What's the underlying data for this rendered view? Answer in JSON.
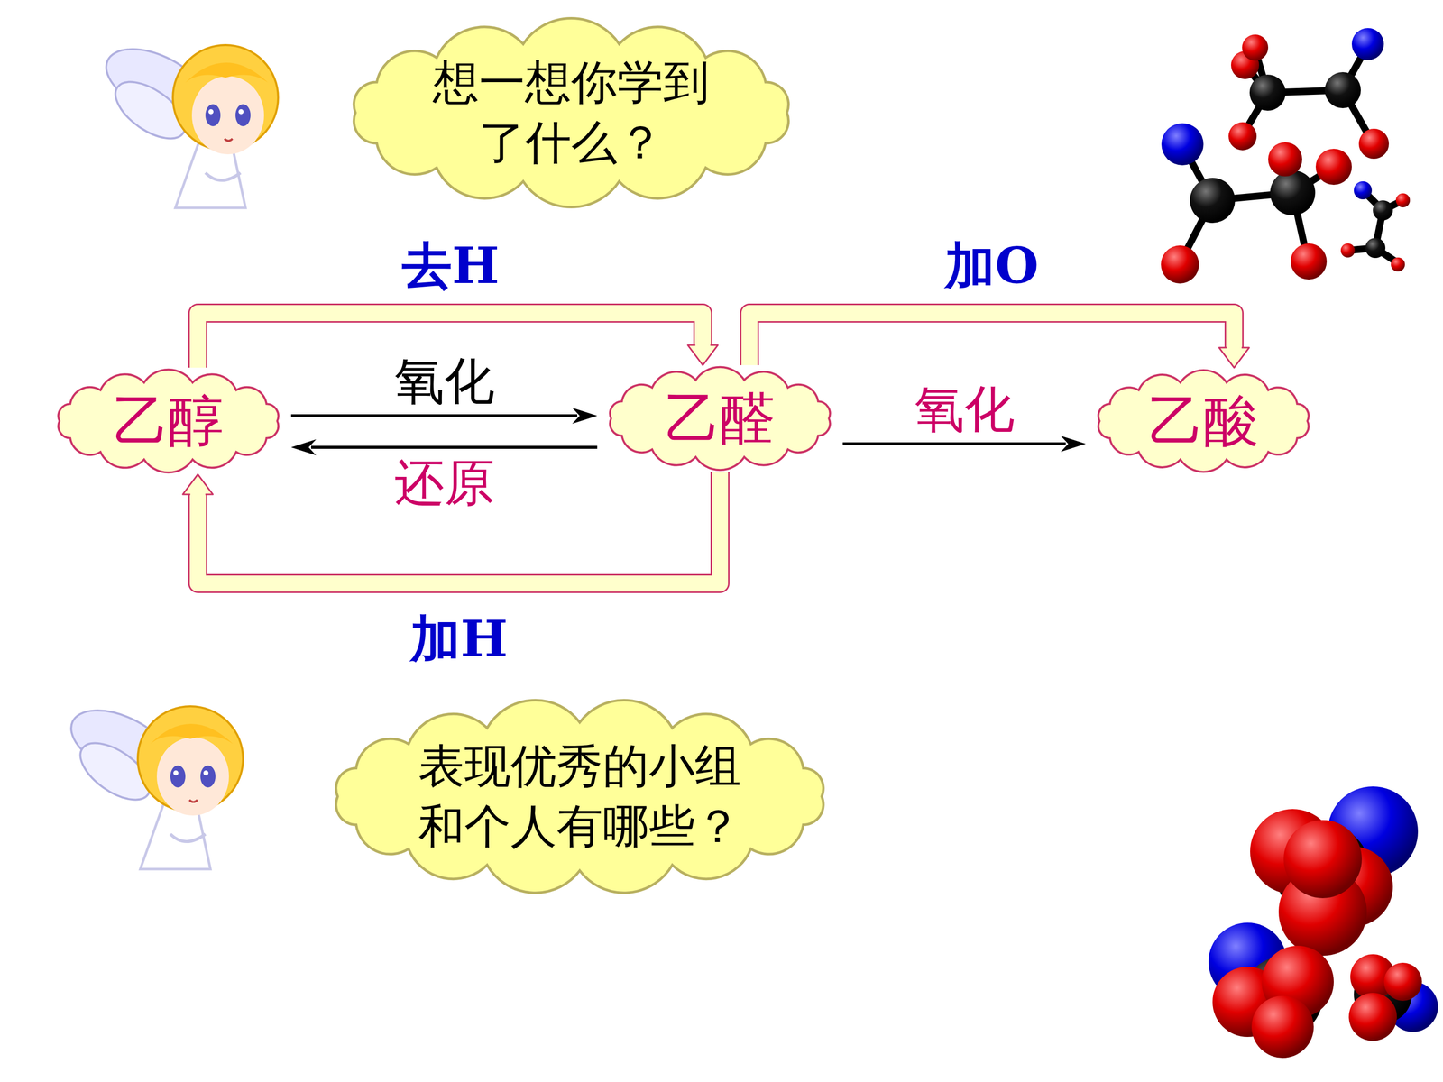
{
  "diagram": {
    "nodes": [
      {
        "text": [
          "想一想你学到 了什么？"
        ]
      },
      {
        "text": [
          "乙醇"
        ]
      },
      {
        "text": [
          "乙醛"
        ]
      },
      {
        "text": [
          "乙酸"
        ]
      },
      {
        "text": [
          "表现优秀的小组 和个人有哪些？"
        ]
      }
    ],
    "edges": [
      {
        "from": 1,
        "to": 2,
        "label": "氧化",
        "arrow": "to"
      },
      {
        "from": 2,
        "to": 1,
        "label": "还原",
        "arrow": "to"
      },
      {
        "from": 2,
        "to": 3,
        "label": "氧化",
        "arrow": "to"
      },
      {
        "from": 1,
        "to": 2,
        "label": "去H",
        "arrow": "to"
      },
      {
        "from": 2,
        "to": 3,
        "label": "加O",
        "arrow": "to"
      },
      {
        "from": 2,
        "to": 1,
        "label": "加H",
        "arrow": "to"
      }
    ]
  }
}
